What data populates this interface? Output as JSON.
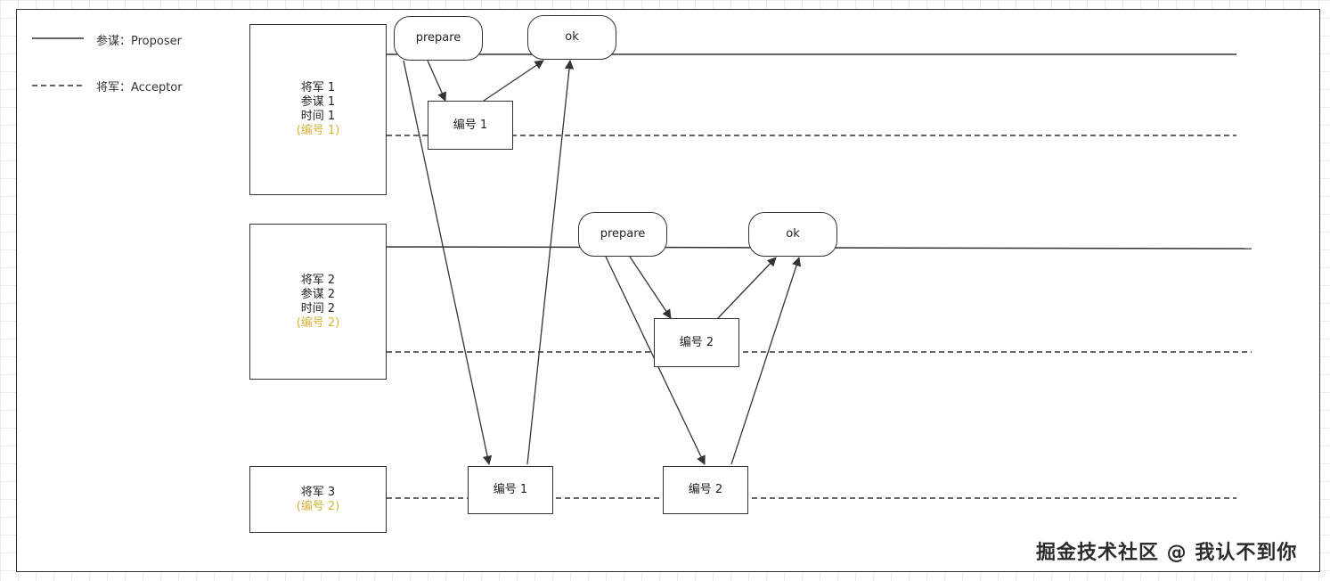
{
  "legend": {
    "proposer": "参谋：Proposer",
    "acceptor": "将军：Acceptor"
  },
  "generals": [
    {
      "lines": [
        "将军 1",
        "参谋 1",
        "时间 1"
      ],
      "tag": "(编号 1)"
    },
    {
      "lines": [
        "将军 2",
        "参谋 2",
        "时间 2"
      ],
      "tag": "(编号 2)"
    },
    {
      "lines": [
        "将军 3"
      ],
      "tag": "(编号 2)"
    }
  ],
  "messages": {
    "prepare1": "prepare",
    "ok1": "ok",
    "num1_top": "编号 1",
    "prepare2": "prepare",
    "ok2": "ok",
    "num2_mid": "编号 2",
    "num1_bottom": "编号 1",
    "num2_bottom": "编号 2"
  },
  "colors": {
    "stroke": "#333333",
    "highlight": "#d4b33a"
  },
  "watermark": "掘金技术社区 @ 我认不到你"
}
